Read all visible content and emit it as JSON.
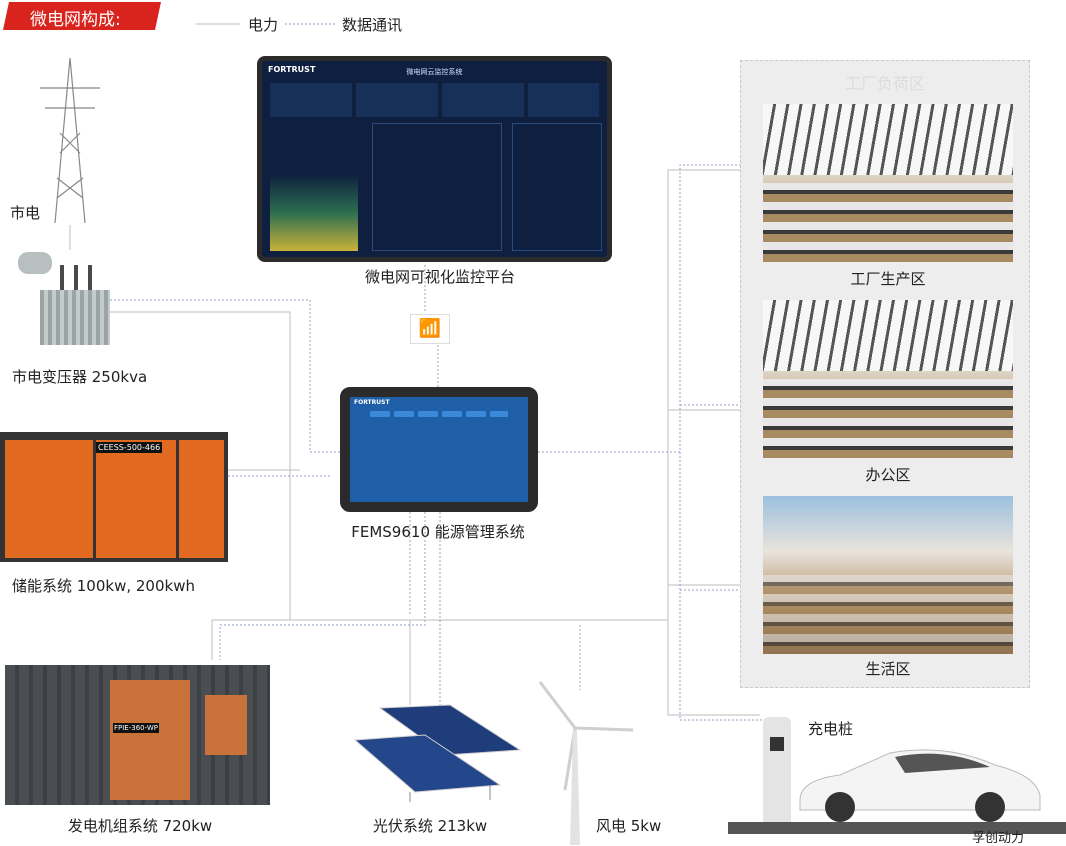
{
  "header": {
    "title": "微电网构成:"
  },
  "legend": {
    "power": "电力",
    "data": "数据通讯"
  },
  "colors": {
    "banner": "#d9231d",
    "power_line": "#bdbdbd",
    "data_line": "#8fa0c8",
    "device_orange": "#e16a20"
  },
  "nodes": {
    "grid": "市电",
    "transformer": "市电变压器 250kva",
    "monitor": "微电网可视化监控平台",
    "monitor_screen_title": "微电网云监控系统",
    "brand_logo": "FORTRUST",
    "fems": "FEMS9610 能源管理系统",
    "storage": "储能系统 100kw, 200kwh",
    "storage_model": "CEESS-500-466",
    "generator": "发电机组系统 720kw",
    "generator_model": "FPIE-360-WP",
    "solar": "光伏系统 213kw",
    "wind": "风电 5kw",
    "charger": "充电桩",
    "brand": "孚创动力"
  },
  "loads": {
    "title": "工厂负荷区",
    "areas": [
      "工厂生产区",
      "办公区",
      "生活区"
    ]
  }
}
